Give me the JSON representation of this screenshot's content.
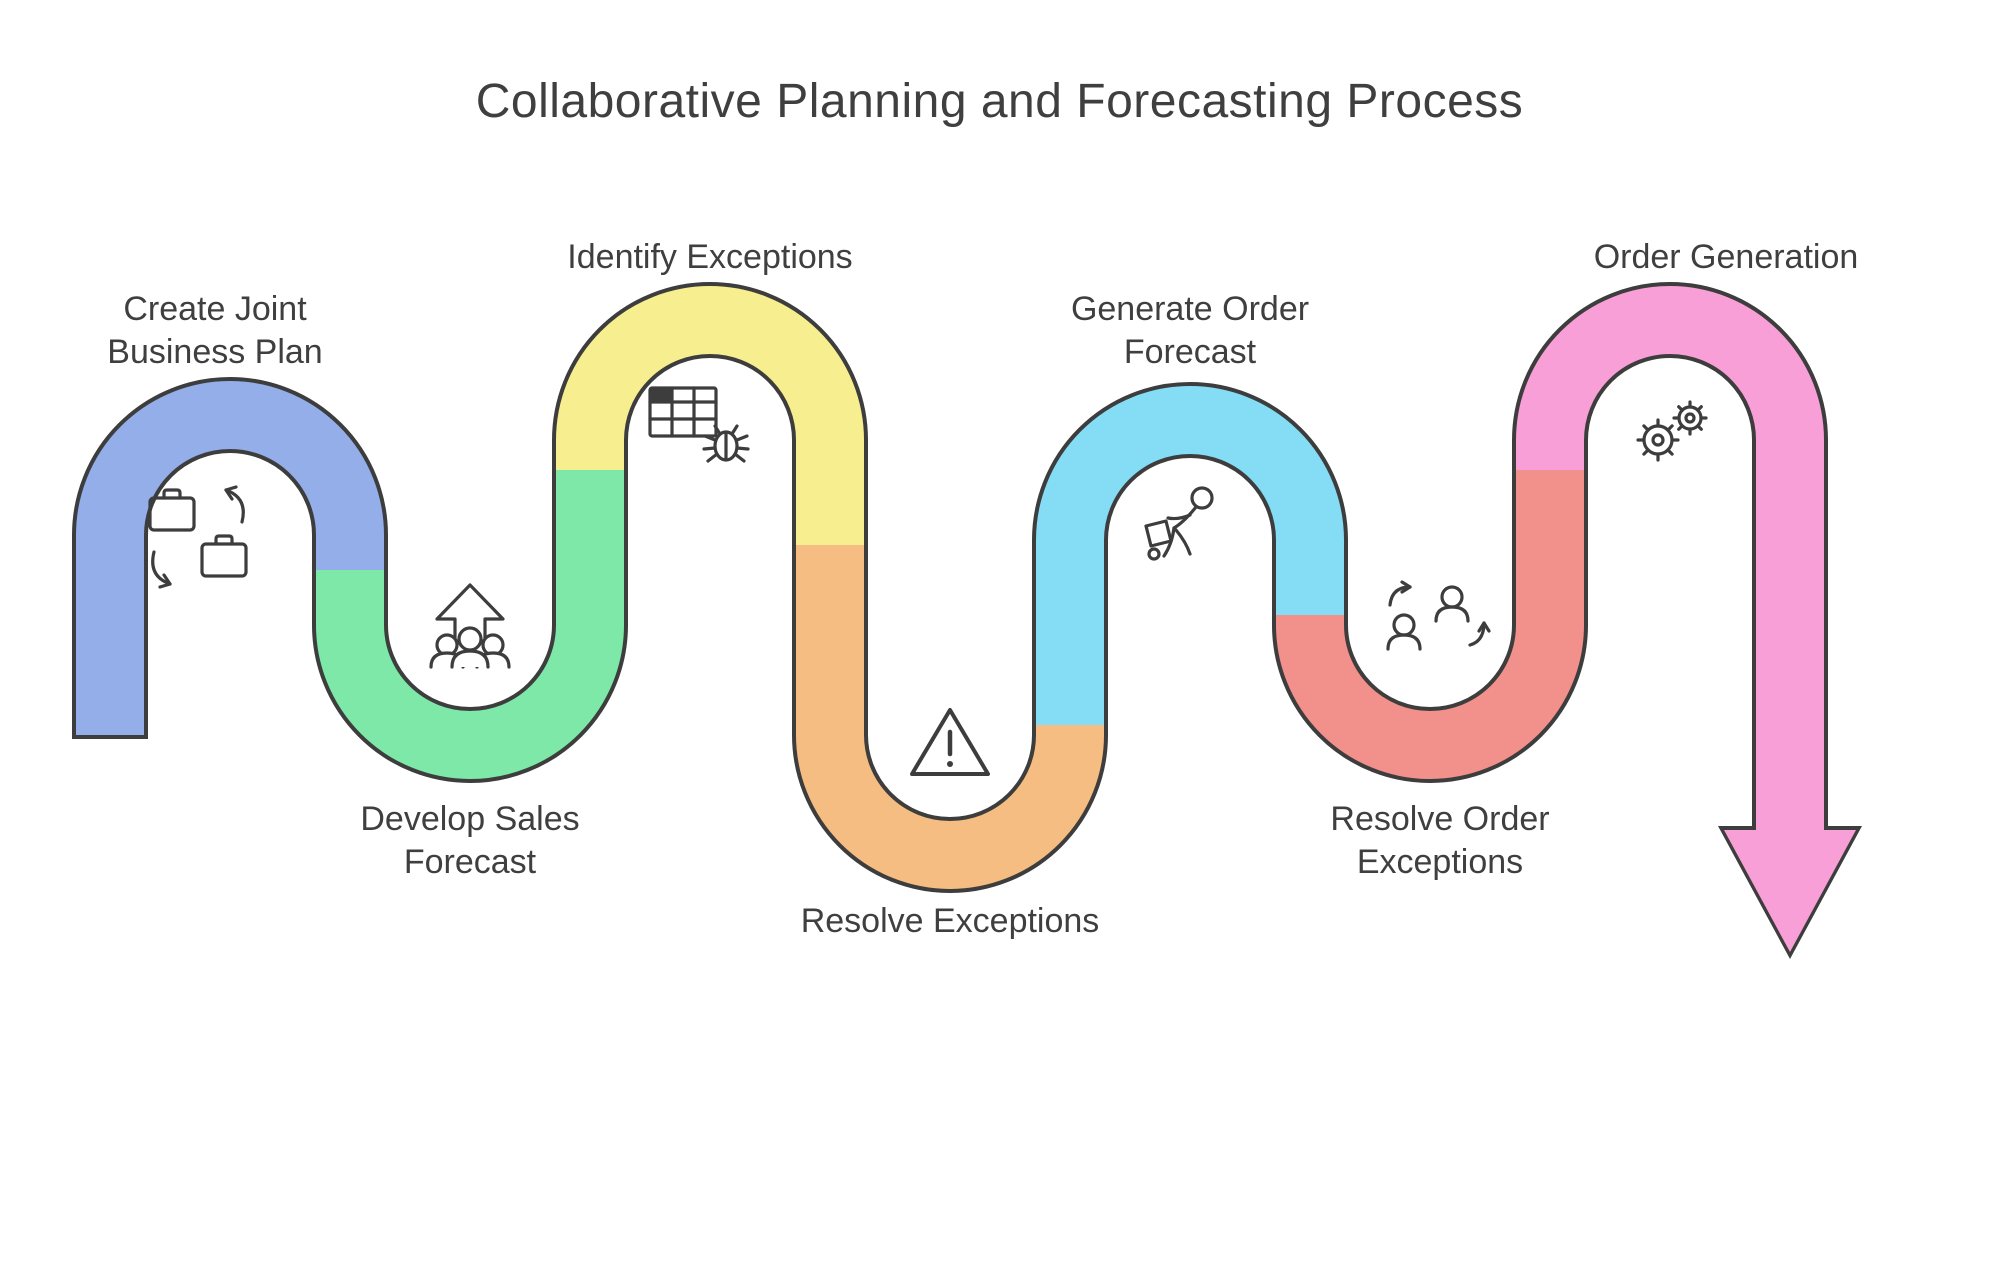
{
  "title": "Collaborative Planning and Forecasting Process",
  "steps": [
    {
      "label": "Create Joint Business Plan",
      "color": "#94aeea",
      "icon": "briefcase-exchange-icon"
    },
    {
      "label": "Develop Sales Forecast",
      "color": "#7de8a8",
      "icon": "team-growth-arrow-icon"
    },
    {
      "label": "Identify Exceptions",
      "color": "#f7ee8f",
      "icon": "table-bug-icon"
    },
    {
      "label": "Resolve Exceptions",
      "color": "#f5bd82",
      "icon": "warning-triangle-icon"
    },
    {
      "label": "Generate Order Forecast",
      "color": "#84dcf5",
      "icon": "person-cart-icon"
    },
    {
      "label": "Resolve Order Exceptions",
      "color": "#f2908c",
      "icon": "people-sync-icon"
    },
    {
      "label": "Order Generation",
      "color": "#f79fd6",
      "icon": "gears-icon"
    }
  ],
  "colors": {
    "outline": "#3d3d3d",
    "text": "#3f3f3f",
    "background": "#ffffff"
  }
}
